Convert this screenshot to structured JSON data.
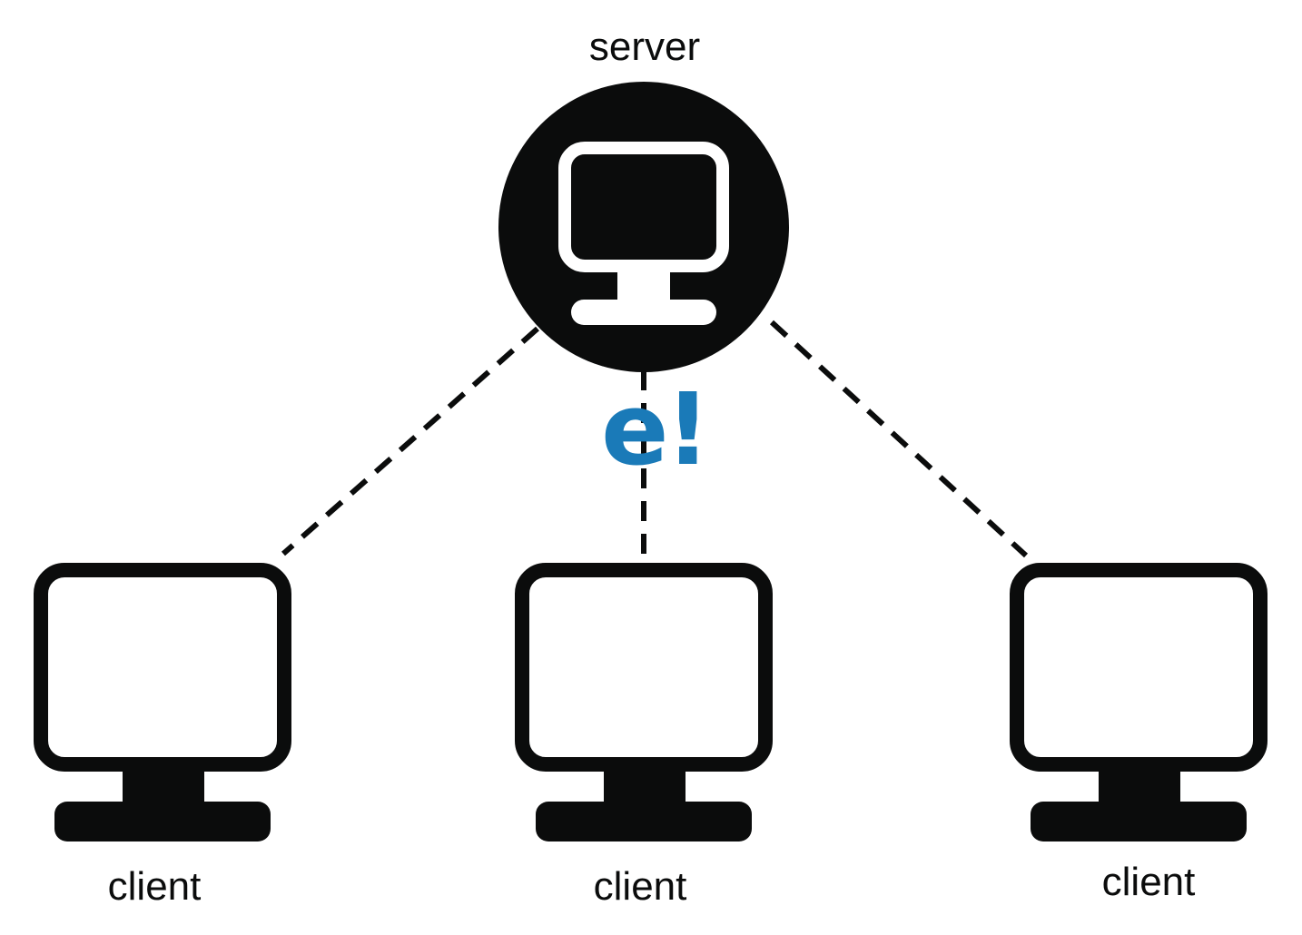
{
  "diagram": {
    "server": {
      "label": "server",
      "icon": "monitor-icon"
    },
    "clients": [
      {
        "label": "client",
        "icon": "monitor-icon"
      },
      {
        "label": "client",
        "icon": "monitor-icon"
      },
      {
        "label": "client",
        "icon": "monitor-icon"
      }
    ],
    "connections": [
      {
        "from": "server",
        "to": "client-1",
        "style": "dashed"
      },
      {
        "from": "server",
        "to": "client-2",
        "style": "dashed"
      },
      {
        "from": "server",
        "to": "client-3",
        "style": "dashed"
      }
    ],
    "logo": {
      "text": "e!",
      "color": "#1a7ab8"
    },
    "colors": {
      "ink": "#0b0c0c",
      "background": "#ffffff",
      "accent": "#1a7ab8"
    }
  }
}
